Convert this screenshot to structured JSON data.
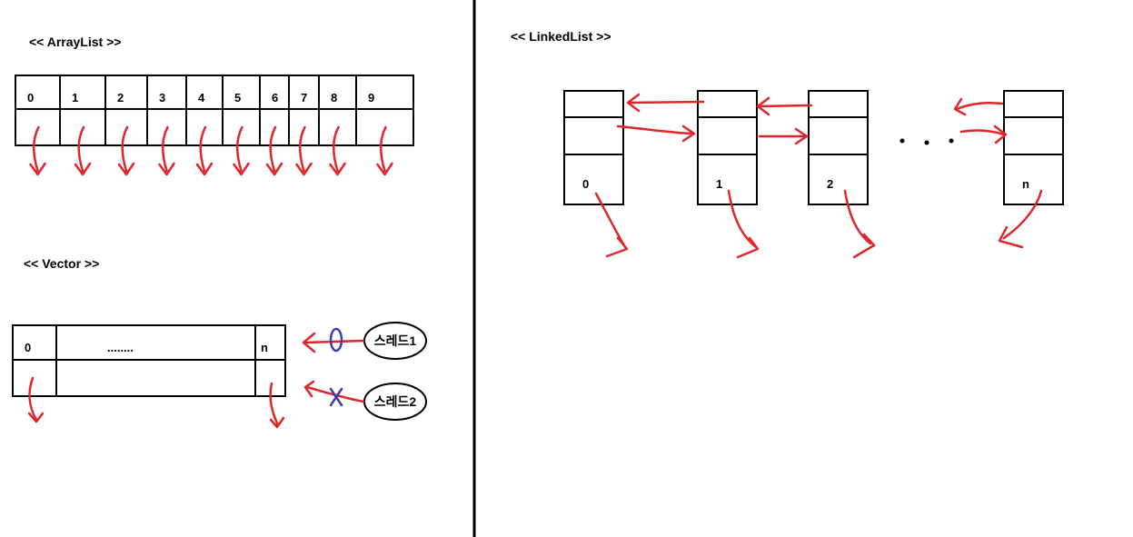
{
  "arraylist": {
    "title": "<< ArrayList >>",
    "indices": [
      "0",
      "1",
      "2",
      "3",
      "4",
      "5",
      "6",
      "7",
      "8",
      "9"
    ]
  },
  "vector": {
    "title": "<< Vector >>",
    "first_index": "0",
    "ellipsis": "........",
    "last_index": "n",
    "threads": [
      "스레드1",
      "스레드2"
    ]
  },
  "linkedlist": {
    "title": "<< LinkedList >>",
    "nodes": [
      "0",
      "1",
      "2",
      "n"
    ],
    "continuation": ". . ."
  },
  "colors": {
    "ink": "#000000",
    "arrow": "#e0262b",
    "lock_mark": "#3a3fb4"
  }
}
